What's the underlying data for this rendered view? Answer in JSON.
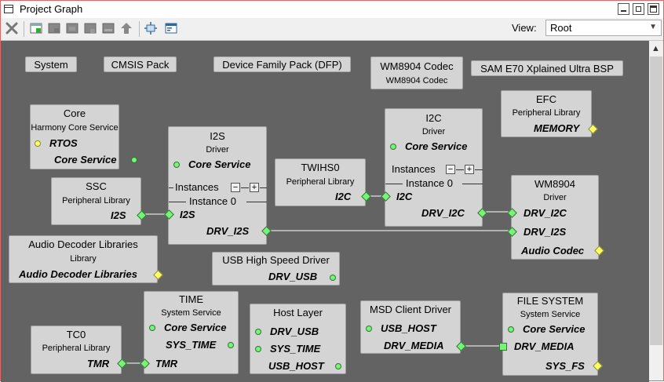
{
  "window": {
    "title": "Project Graph"
  },
  "toolbar": {
    "view_label": "View:",
    "view_value": "Root",
    "tools": [
      "close-icon",
      "add-component-icon",
      "remove-component-icon",
      "group-icon",
      "ungroup-icon",
      "collapse-icon",
      "move-up-icon",
      "fit-view-icon",
      "window-icon"
    ]
  },
  "groups": [
    {
      "label": "System"
    },
    {
      "label": "CMSIS Pack"
    },
    {
      "label": "Device Family Pack (DFP)"
    },
    {
      "label": "SAM E70 Xplained Ultra BSP"
    }
  ],
  "nodes": {
    "wm8904codec": {
      "title": "WM8904 Codec",
      "subtitle": "WM8904 Codec"
    },
    "core": {
      "title": "Core",
      "subtitle": "Harmony Core Service",
      "ports": [
        "RTOS",
        "Core Service"
      ]
    },
    "efc": {
      "title": "EFC",
      "subtitle": "Peripheral Library",
      "ports": [
        "MEMORY"
      ]
    },
    "i2s": {
      "title": "I2S",
      "subtitle": "Driver",
      "ports": [
        "Core Service"
      ],
      "instances_label": "Instances",
      "instance_label": "Instance 0",
      "instance_ports": [
        "I2S",
        "DRV_I2S"
      ]
    },
    "i2c": {
      "title": "I2C",
      "subtitle": "Driver",
      "ports": [
        "Core Service"
      ],
      "instances_label": "Instances",
      "instance_label": "Instance 0",
      "instance_ports": [
        "I2C",
        "DRV_I2C"
      ]
    },
    "twihs0": {
      "title": "TWIHS0",
      "subtitle": "Peripheral Library",
      "ports": [
        "I2C"
      ]
    },
    "ssc": {
      "title": "SSC",
      "subtitle": "Peripheral Library",
      "ports": [
        "I2S"
      ]
    },
    "wm8904": {
      "title": "WM8904",
      "subtitle": "Driver",
      "ports": [
        "DRV_I2C",
        "DRV_I2S",
        "Audio Codec"
      ]
    },
    "audio": {
      "title": "Audio Decoder Libraries",
      "subtitle": "Library",
      "ports": [
        "Audio Decoder Libraries"
      ]
    },
    "usbhs": {
      "title": "USB High Speed Driver",
      "ports": [
        "DRV_USB"
      ]
    },
    "time": {
      "title": "TIME",
      "subtitle": "System Service",
      "ports": [
        "Core Service",
        "SYS_TIME",
        "TMR"
      ]
    },
    "tc0": {
      "title": "TC0",
      "subtitle": "Peripheral Library",
      "ports": [
        "TMR"
      ]
    },
    "host": {
      "title": "Host Layer",
      "ports": [
        "DRV_USB",
        "SYS_TIME",
        "USB_HOST"
      ]
    },
    "msd": {
      "title": "MSD Client Driver",
      "ports": [
        "USB_HOST",
        "DRV_MEDIA"
      ]
    },
    "fs": {
      "title": "FILE SYSTEM",
      "subtitle": "System Service",
      "ports": [
        "Core Service",
        "DRV_MEDIA",
        "SYS_FS"
      ]
    }
  },
  "colors": {
    "canvas": "#636363",
    "node": "#d4d4d4",
    "connector": "#7cf07c",
    "capability": "#ffff66",
    "wire": "#ffffff"
  }
}
